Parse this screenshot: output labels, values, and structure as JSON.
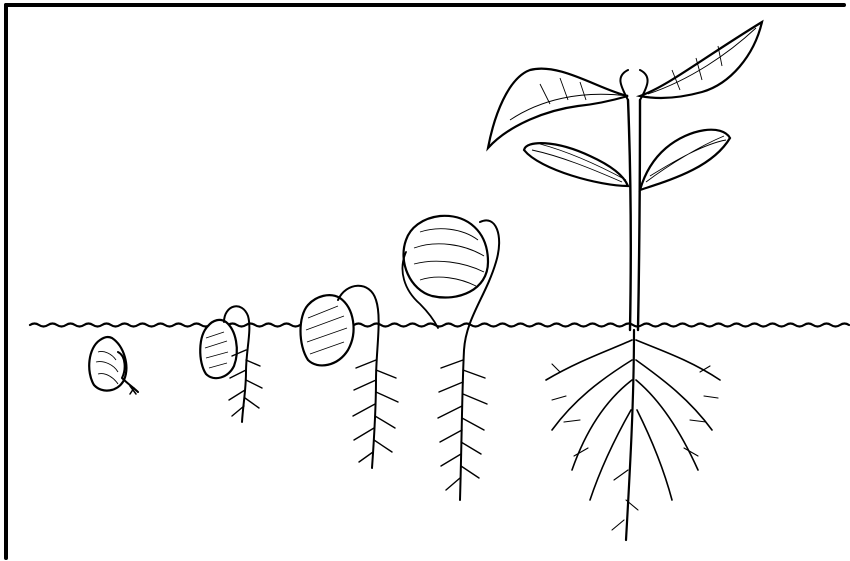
{
  "figure": {
    "background": "#ffffff",
    "ink": "#000000",
    "stages": [
      {
        "id": "stage-1",
        "depicts": "swollen-seed-with-radicle"
      },
      {
        "id": "stage-2",
        "depicts": "hypocotyl-hook-emerging"
      },
      {
        "id": "stage-3",
        "depicts": "hooked-seedling-with-roots"
      },
      {
        "id": "stage-4",
        "depicts": "cotyledons-above-ground"
      },
      {
        "id": "stage-5",
        "depicts": "young-bean-plant-with-true-leaves"
      }
    ]
  }
}
